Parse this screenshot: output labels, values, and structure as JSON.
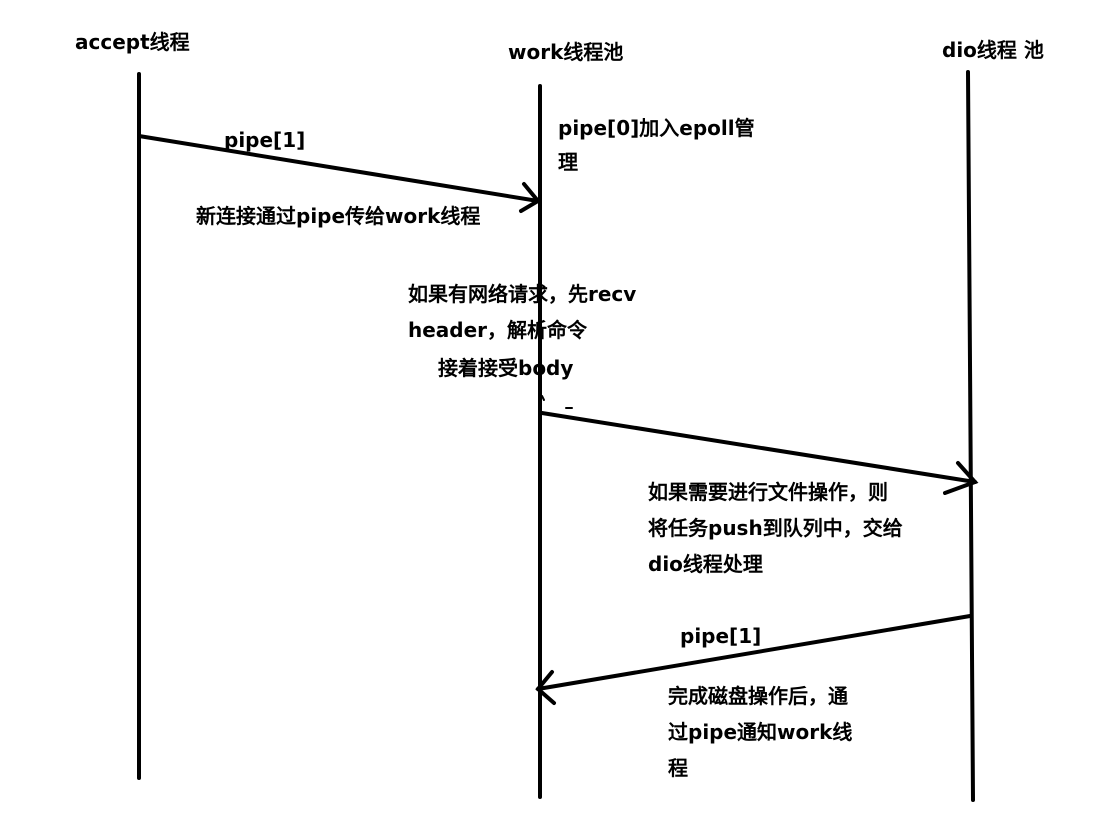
{
  "lanes": {
    "accept": "accept线程",
    "work": "work线程池",
    "dio": "dio线程 池"
  },
  "messages": {
    "accept_to_work": {
      "pipe": "pipe[1]",
      "note": "新连接通过pipe传给work线程"
    },
    "work_epoll": {
      "line1": "pipe[0]加入epoll管",
      "line2": "理"
    },
    "work_recv": {
      "line1": "如果有网络请求，先recv",
      "line2": "header，解析命令",
      "line3": "接着接受body"
    },
    "work_to_dio": {
      "line1": "如果需要进行文件操作，则",
      "line2": "将任务push到队列中，交给",
      "line3": "dio线程处理"
    },
    "dio_to_work": {
      "pipe": "pipe[1]",
      "line1": "完成磁盘操作后，通",
      "line2": "过pipe通知work线",
      "line3": "程"
    }
  },
  "colors": {
    "ink": "#000000",
    "background": "#ffffff"
  }
}
